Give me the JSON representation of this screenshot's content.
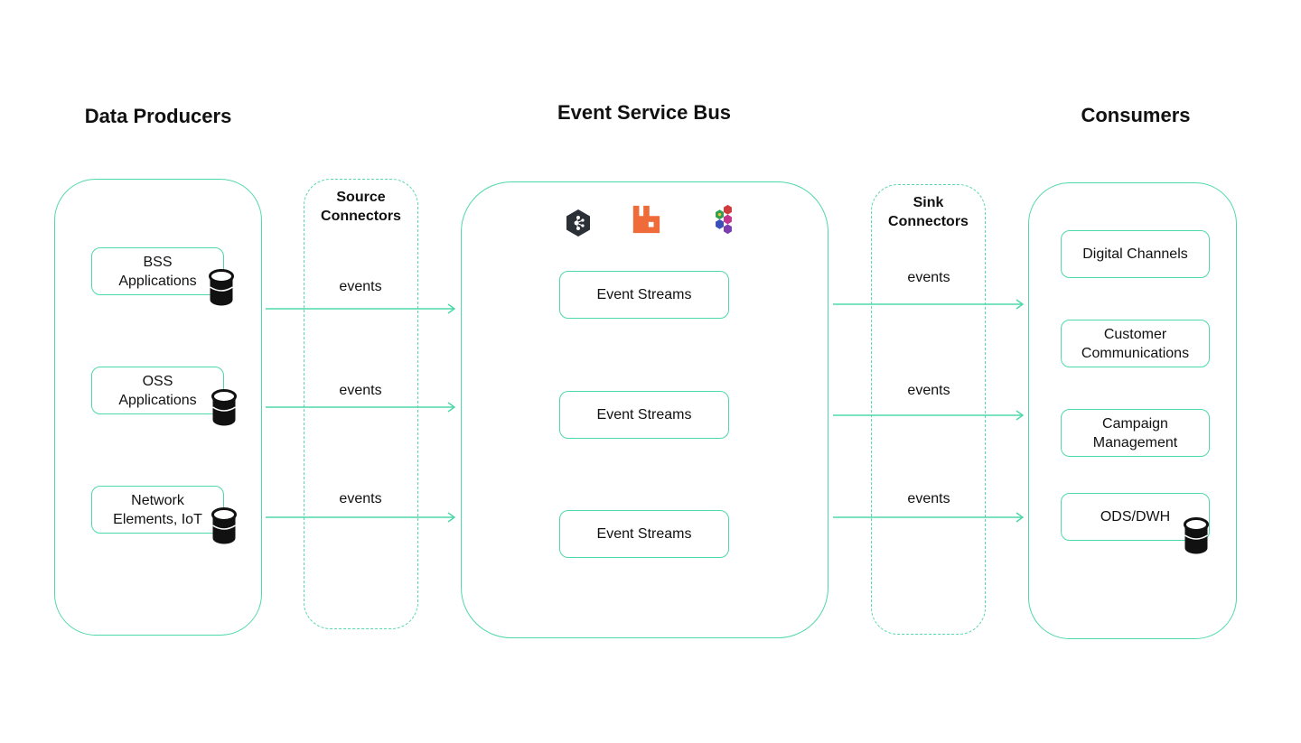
{
  "titles": {
    "producers": "Data Producers",
    "bus": "Event Service Bus",
    "consumers": "Consumers"
  },
  "connectors": {
    "source": "Source\nConnectors",
    "sink": "Sink\nConnectors"
  },
  "producers": [
    {
      "label": "BSS\nApplications"
    },
    {
      "label": "OSS\nApplications"
    },
    {
      "label": "Network\nElements, IoT"
    }
  ],
  "bus": {
    "streams": [
      "Event Streams",
      "Event Streams",
      "Event Streams"
    ],
    "tech_icons": [
      "kafka-icon",
      "rabbitmq-icon",
      "hexagon-cluster-icon"
    ]
  },
  "consumers": [
    {
      "label": "Digital Channels"
    },
    {
      "label": "Customer\nCommunications"
    },
    {
      "label": "Campaign\nManagement"
    },
    {
      "label": "ODS/DWH"
    }
  ],
  "events": {
    "source": [
      "events",
      "events",
      "events"
    ],
    "sink": [
      "events",
      "events",
      "events"
    ]
  },
  "colors": {
    "accent": "#4fd8a8",
    "rabbit": "#ef6b3a",
    "kafka_bg": "#2b2f36"
  },
  "icons": {
    "database": "database-icon"
  }
}
